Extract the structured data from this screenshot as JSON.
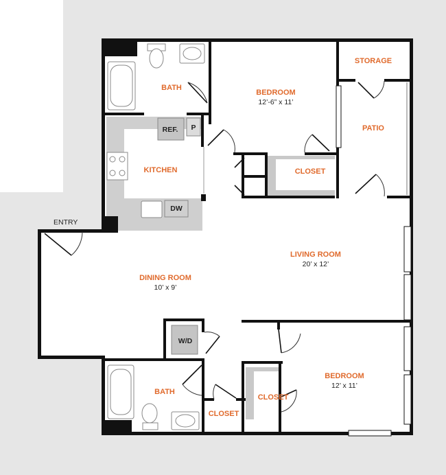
{
  "rooms": {
    "bath_top": "BATH",
    "bedroom_top": "BEDROOM",
    "bedroom_top_dim": "12’-6” x 11’",
    "storage": "STORAGE",
    "patio": "PATIO",
    "kitchen": "KITCHEN",
    "closet_top": "CLOSET",
    "living_room": "LIVING ROOM",
    "living_room_dim": "20’ x 12’",
    "dining_room": "DINING ROOM",
    "dining_room_dim": "10’ x 9’",
    "bath_bottom": "BATH",
    "closet_bottom_left": "CLOSET",
    "closet_bottom_right": "CLOSET",
    "bedroom_bottom": "BEDROOM",
    "bedroom_bottom_dim": "12’ x 11’"
  },
  "fixtures": {
    "ref": "REF.",
    "pantry": "P",
    "dishwasher": "DW",
    "washer_dryer": "W/D"
  },
  "entry": "ENTRY",
  "colors": {
    "background_shade": "#e6e6e6",
    "wall": "#111111",
    "room_label": "#e06a2c",
    "closet_fill": "#c9c9c9"
  }
}
